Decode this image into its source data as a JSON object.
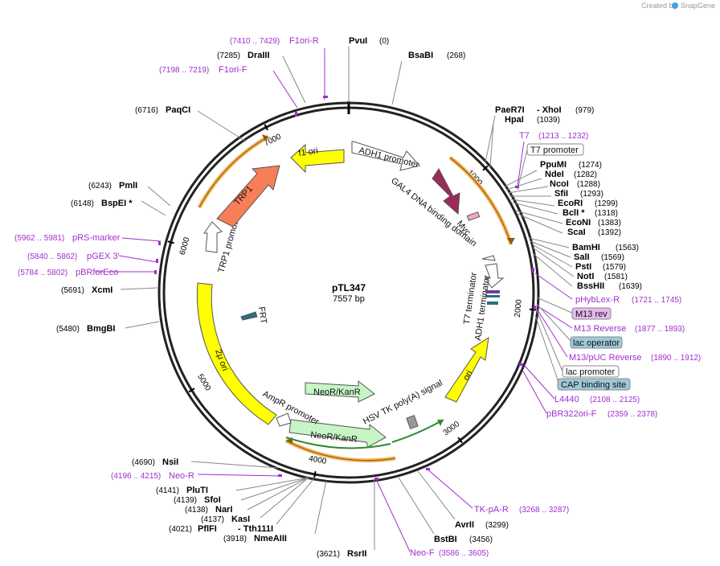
{
  "app": {
    "credit": "Created by",
    "brand": "SnapGene"
  },
  "plasmid": {
    "name": "pTL347",
    "size": "7557 bp",
    "length": 7557
  },
  "ticks": [
    {
      "bp": 1000,
      "label": "1000"
    },
    {
      "bp": 2000,
      "label": "2000"
    },
    {
      "bp": 3000,
      "label": "3000"
    },
    {
      "bp": 4000,
      "label": "4000"
    },
    {
      "bp": 5000,
      "label": "5000"
    },
    {
      "bp": 6000,
      "label": "6000"
    },
    {
      "bp": 7000,
      "label": "7000"
    }
  ],
  "enzymes": [
    {
      "name": "PvuI",
      "pos": "(0)",
      "site": 0,
      "side": "r",
      "row": 0
    },
    {
      "name": "BsaBI",
      "pos": "(268)",
      "site": 268,
      "side": "r",
      "row": 1
    },
    {
      "name": "PaeR7I",
      "pos": "- XhoI",
      "extra": "(979)",
      "site": 979,
      "side": "r",
      "row": 2
    },
    {
      "name": "HpaI",
      "pos": "(1039)",
      "site": 1039,
      "side": "r",
      "row": 3
    },
    {
      "name": "PpuMI",
      "pos": "(1274)",
      "site": 1274,
      "side": "r",
      "row": 4
    },
    {
      "name": "NdeI",
      "pos": "(1282)",
      "site": 1282,
      "side": "r",
      "row": 5
    },
    {
      "name": "NcoI",
      "pos": "(1288)",
      "site": 1288,
      "side": "r",
      "row": 6
    },
    {
      "name": "SfiI",
      "pos": "(1293)",
      "site": 1293,
      "side": "r",
      "row": 7
    },
    {
      "name": "EcoRI",
      "pos": "(1299)",
      "site": 1299,
      "side": "r",
      "row": 8
    },
    {
      "name": "BclI *",
      "pos": "(1318)",
      "site": 1318,
      "side": "r",
      "row": 9
    },
    {
      "name": "EcoNI",
      "pos": "(1383)",
      "site": 1383,
      "side": "r",
      "row": 10
    },
    {
      "name": "ScaI",
      "pos": "(1392)",
      "site": 1392,
      "side": "r",
      "row": 11
    },
    {
      "name": "BamHI",
      "pos": "(1563)",
      "site": 1563,
      "side": "r",
      "row": 12
    },
    {
      "name": "SalI",
      "pos": "(1569)",
      "site": 1569,
      "side": "r",
      "row": 13
    },
    {
      "name": "PstI",
      "pos": "(1579)",
      "site": 1579,
      "side": "r",
      "row": 14
    },
    {
      "name": "NotI",
      "pos": "(1581)",
      "site": 1581,
      "side": "r",
      "row": 15
    },
    {
      "name": "BssHII",
      "pos": "(1639)",
      "site": 1639,
      "side": "r",
      "row": 16
    },
    {
      "name": "AvrII",
      "pos": "(3299)",
      "site": 3299,
      "side": "r",
      "row": 17
    },
    {
      "name": "BstBI",
      "pos": "(3456)",
      "site": 3456,
      "side": "r",
      "row": 18
    },
    {
      "name": "RsrII",
      "pos": "(3621)",
      "site": 3621,
      "side": "l",
      "row": 0
    },
    {
      "name": "NmeAIII",
      "pos": "(3918)",
      "site": 3918,
      "side": "l",
      "row": 1
    },
    {
      "name": "PflFI",
      "pos": "(4021)",
      "extra": "- Tth111I",
      "site": 4021,
      "side": "l",
      "row": 2
    },
    {
      "name": "KasI",
      "pos": "(4137)",
      "site": 4137,
      "side": "l",
      "row": 3
    },
    {
      "name": "NarI",
      "pos": "(4138)",
      "site": 4138,
      "side": "l",
      "row": 4
    },
    {
      "name": "SfoI",
      "pos": "(4139)",
      "site": 4139,
      "side": "l",
      "row": 5
    },
    {
      "name": "PluTI",
      "pos": "(4141)",
      "site": 4141,
      "side": "l",
      "row": 6
    },
    {
      "name": "NsiI",
      "pos": "(4690)",
      "site": 4690,
      "side": "l",
      "row": 7
    },
    {
      "name": "BmgBI",
      "pos": "(5480)",
      "site": 5480,
      "side": "l",
      "row": 8
    },
    {
      "name": "XcmI",
      "pos": "(5691)",
      "site": 5691,
      "side": "l",
      "row": 9
    },
    {
      "name": "BspEI *",
      "pos": "(6148)",
      "site": 6148,
      "side": "l",
      "row": 10
    },
    {
      "name": "PmlI",
      "pos": "(6243)",
      "site": 6243,
      "side": "l",
      "row": 11
    },
    {
      "name": "PaqCI",
      "pos": "(6716)",
      "site": 6716,
      "side": "l",
      "row": 12
    },
    {
      "name": "DraIII",
      "pos": "(7285)",
      "site": 7285,
      "side": "l",
      "row": 13
    }
  ],
  "primers": [
    {
      "name": "F1ori-R",
      "pos": "(7410 .. 7429)",
      "site": 7420
    },
    {
      "name": "F1ori-F",
      "pos": "(7198 .. 7219)",
      "site": 7208
    },
    {
      "name": "T7",
      "pos": "(1213 .. 1232)",
      "site": 1222
    },
    {
      "name": "pHybLex-R",
      "pos": "(1721 .. 1745)",
      "site": 1733
    },
    {
      "name": "M13 Reverse",
      "pos": "(1877 .. 1893)",
      "site": 1885
    },
    {
      "name": "M13/pUC Reverse",
      "pos": "(1890 .. 1912)",
      "site": 1901
    },
    {
      "name": "L4440",
      "pos": "(2108 .. 2125)",
      "site": 2116
    },
    {
      "name": "pBR322ori-F",
      "pos": "(2359 .. 2378)",
      "site": 2368
    },
    {
      "name": "TK-pA-R",
      "pos": "(3268 .. 3287)",
      "site": 3277
    },
    {
      "name": "Neo-F",
      "pos": "(3586 .. 3605)",
      "site": 3595
    },
    {
      "name": "Neo-R",
      "pos": "(4196 .. 4215)",
      "site": 4205
    },
    {
      "name": "pRS-marker",
      "pos": "(5962 .. 5981)",
      "site": 5971
    },
    {
      "name": "pGEX 3'",
      "pos": "(5840 .. 5862)",
      "site": 5851
    },
    {
      "name": "pBRforEco",
      "pos": "(5784 .. 5802)",
      "site": 5793
    }
  ],
  "boxed_labels": [
    {
      "name": "T7 promoter",
      "fill": "#ffffff"
    },
    {
      "name": "M13 rev",
      "fill": "#e6b8f0"
    },
    {
      "name": "lac operator",
      "fill": "#9ec9d8"
    },
    {
      "name": "lac promoter",
      "fill": "#ffffff"
    },
    {
      "name": "CAP binding site",
      "fill": "#9ec9d8"
    }
  ],
  "features": [
    {
      "name": "f1 ori",
      "color": "#ffff00"
    },
    {
      "name": "ADH1 promoter",
      "color": "#ffffff"
    },
    {
      "name": "GAL4 DNA binding domain",
      "color": "#9a2b5c"
    },
    {
      "name": "Myc",
      "color": "#f2a7c7"
    },
    {
      "name": "T7 terminator",
      "color": "#ffffff"
    },
    {
      "name": "ADH1 terminator",
      "color": "#ffffff"
    },
    {
      "name": "ori",
      "color": "#ffff00"
    },
    {
      "name": "HSV TK poly(A) signal",
      "color": "#999999"
    },
    {
      "name": "NeoR/KanR",
      "color": "#c6f5c6"
    },
    {
      "name": "AmpR promoter",
      "color": "#ffffff"
    },
    {
      "name": "2μ ori",
      "color": "#ffff00"
    },
    {
      "name": "FRT",
      "color": "#2b6f7c"
    },
    {
      "name": "TRP1 promoter",
      "color": "#ffffff"
    },
    {
      "name": "TRP1",
      "color": "#f77f57"
    }
  ]
}
